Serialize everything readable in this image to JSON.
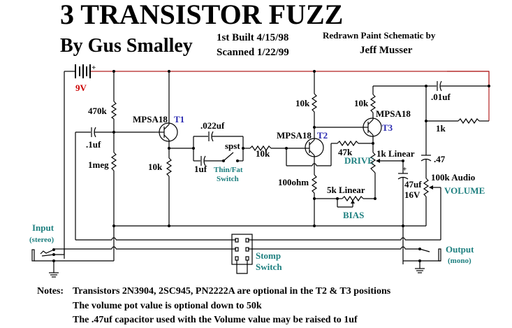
{
  "header": {
    "title": "3 TRANSISTOR FUZZ",
    "author": "By Gus Smalley",
    "built": "1st Built 4/15/98",
    "scanned": "Scanned 1/22/99",
    "redrawn": "Redrawn Paint Schematic by",
    "redrawn_by": "Jeff Musser"
  },
  "battery": {
    "label": "9V",
    "polarity": "+"
  },
  "components": {
    "r470k": "470k",
    "c_in": ".1uf",
    "r1meg": "1meg",
    "t1_part": "MPSA18",
    "t1": "T1",
    "r10k_t1e": "10k",
    "c022": ".022uf",
    "c1uf": "1uf",
    "spst": "spst",
    "thinfat_1": "Thin/Fat",
    "thinfat_2": "Switch",
    "r10k_series": "10k",
    "t2_part": "MPSA18",
    "t2": "T2",
    "r10k_t2c": "10k",
    "r100ohm": "100ohm",
    "r47k": "47k",
    "bias_pot": "5k Linear",
    "bias_label": "BIAS",
    "r10k_t3c": "10k",
    "t3_part": "MPSA18",
    "t3": "T3",
    "drive_pot": "1k Linear",
    "drive_label": "DRIVE",
    "c47uf_1": "47uf",
    "c47uf_2": "16V",
    "c01": ".01uf",
    "r1k": "1k",
    "c47": ".47",
    "vol_pot": "100k Audio",
    "vol_label": "VOLUME"
  },
  "jacks": {
    "input": "Input",
    "input_type": "(stereo)",
    "output": "Output",
    "output_type": "(mono)",
    "stomp_1": "Stomp",
    "stomp_2": "Switch"
  },
  "notes": {
    "label": "Notes:",
    "lines": [
      "Transistors 2N3904, 2SC945, PN2222A  are optional in the T2 & T3 positions",
      "The volume pot value is optional down to 50k",
      "The .47uf capacitor used with the Volume value may be raised to 1uf"
    ]
  },
  "colors": {
    "supply_rail": "#b22222",
    "transistor_label": "#2a2ab0",
    "control_label": "#1f8080"
  }
}
